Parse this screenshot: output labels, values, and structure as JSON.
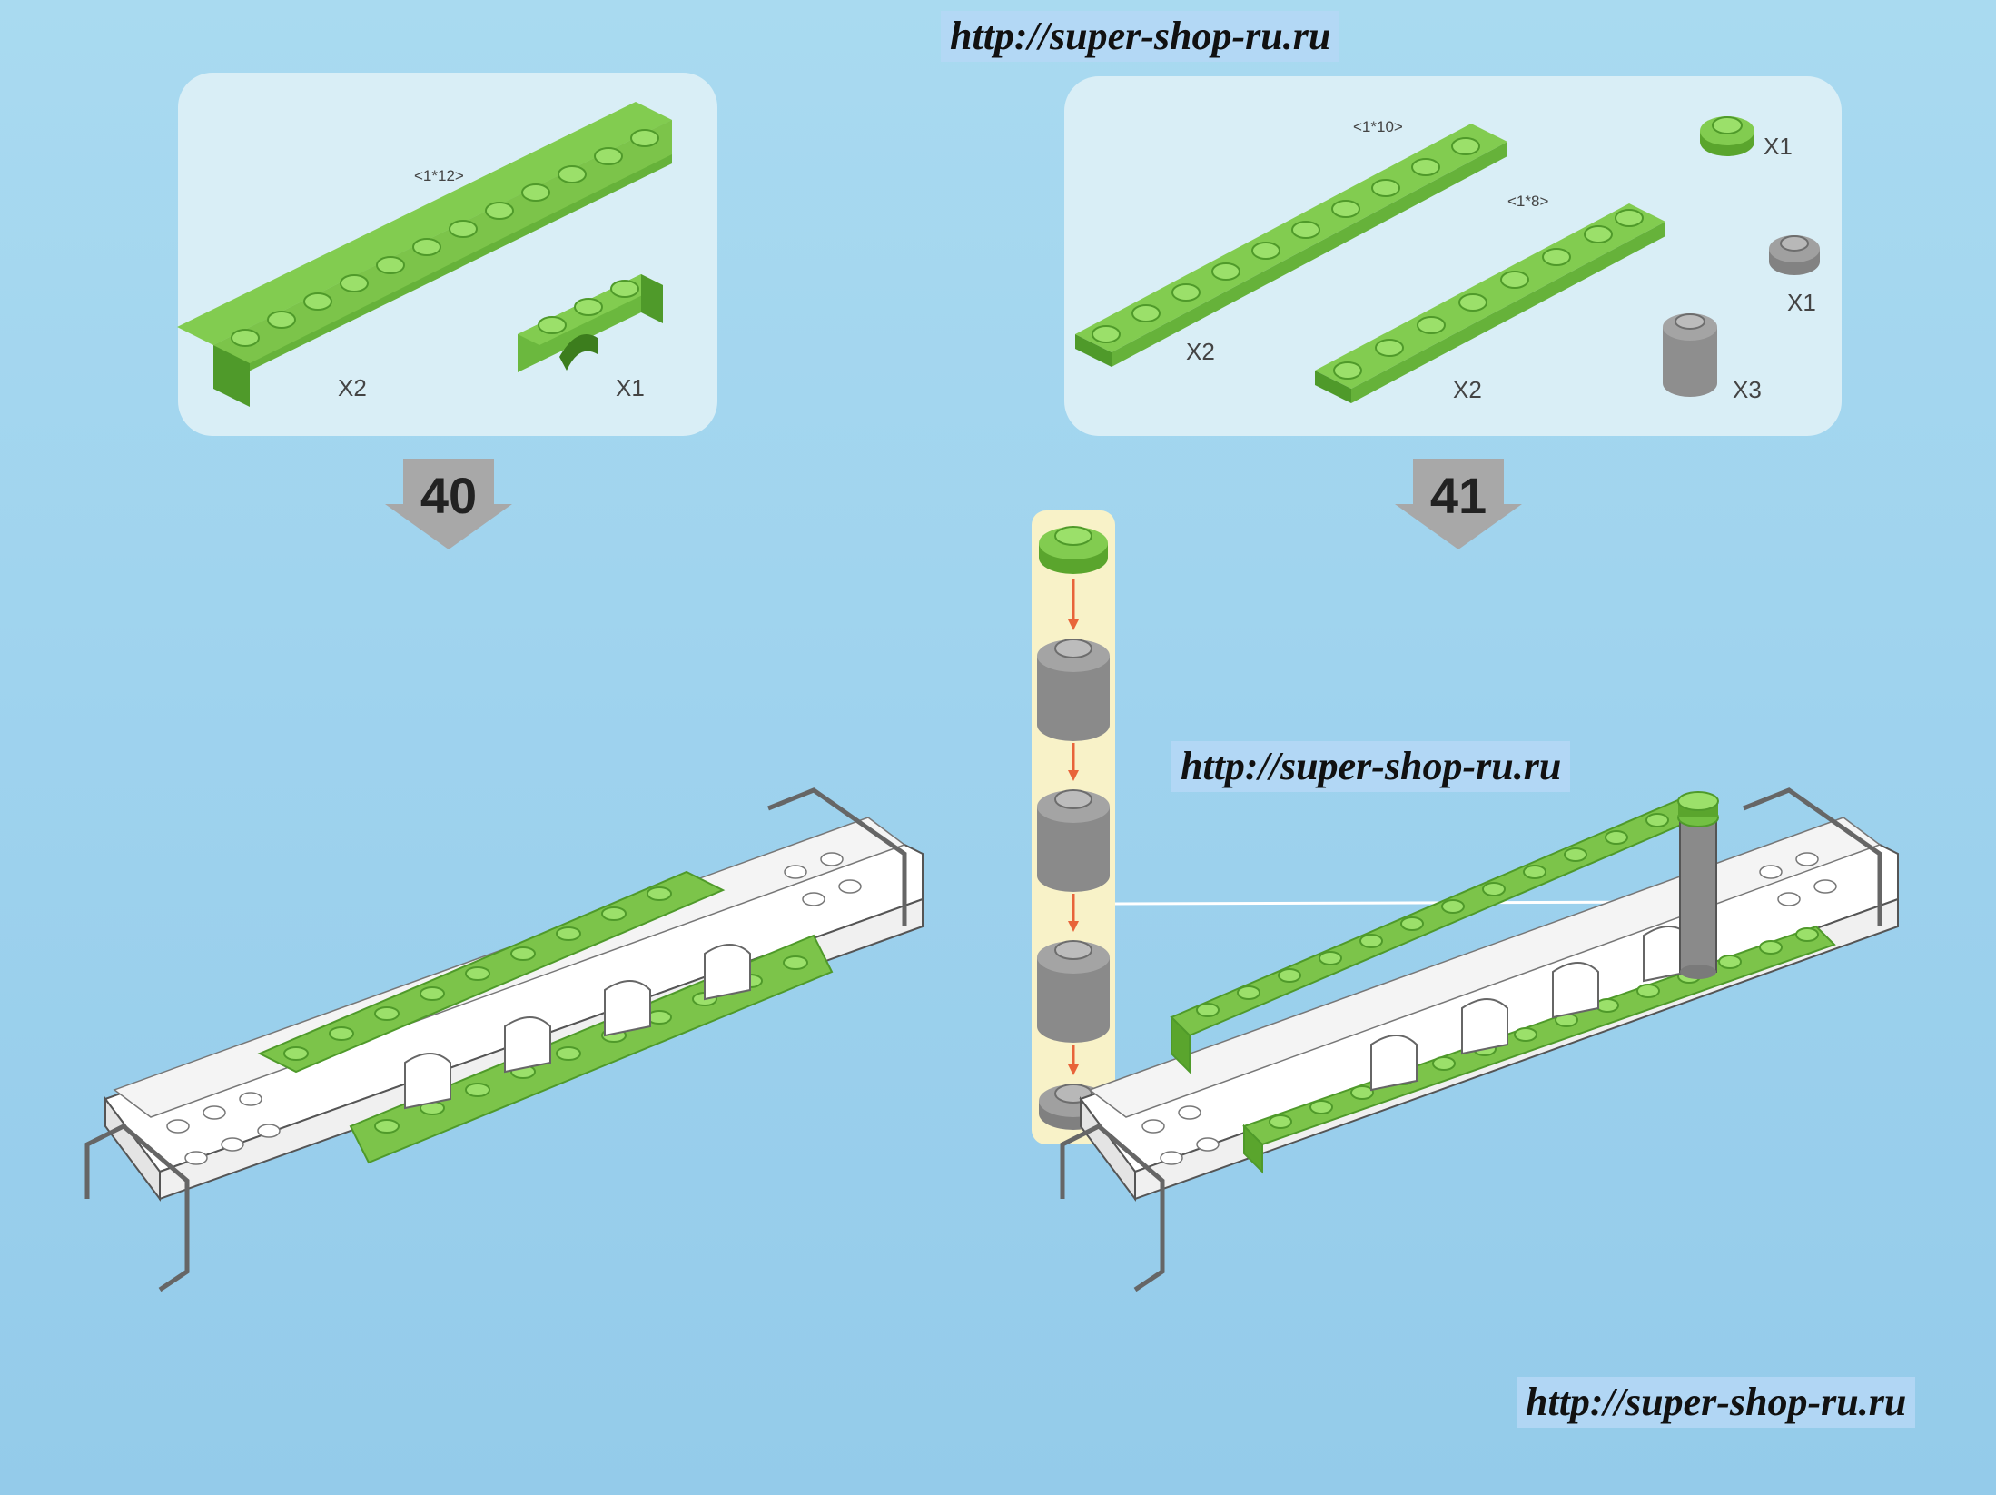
{
  "watermarks": [
    "http://super-shop-ru.ru",
    "http://super-shop-ru.ru",
    "http://super-shop-ru.ru"
  ],
  "steps": [
    {
      "number": "40",
      "parts": [
        {
          "dim": "<1*12>",
          "qty": "X2"
        },
        {
          "qty": "X1"
        }
      ]
    },
    {
      "number": "41",
      "parts": [
        {
          "dim": "<1*10>",
          "qty": "X2"
        },
        {
          "dim": "<1*8>",
          "qty": "X2"
        },
        {
          "qty": "X1"
        },
        {
          "qty": "X1"
        },
        {
          "qty": "X3"
        }
      ]
    }
  ],
  "colors": {
    "background": "#9fd3ee",
    "panel": "#d9eef6",
    "brick_green": "#73c043",
    "brick_grey": "#9a9a9a",
    "arrow_orange": "#e8643a",
    "strip": "#f8f2c8"
  }
}
